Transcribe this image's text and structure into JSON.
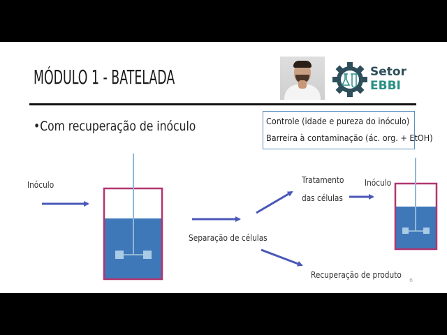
{
  "slide": {
    "title": "MÓDULO 1 - BATELADA",
    "bullet": "•Com recuperação de inóculo",
    "info_box": {
      "line1": "Controle (idade e pureza do inóculo)",
      "line2": "Barreira à contaminação (ác. org. + EtOH)"
    },
    "logo": {
      "text_top": "Setor",
      "text_bottom": "EBBI",
      "icon": "gear-flask-icon"
    },
    "presenter": {
      "icon": "presenter-webcam"
    },
    "diagram": {
      "inoculo_label_left": "Inóculo",
      "separacao_label": "Separação de células",
      "tratamento_label_1": "Tratamento",
      "tratamento_label_2": "das células",
      "inoculo_label_right": "Inóculo",
      "recuperacao_label": "Recuperação de produto"
    },
    "page_number": "6"
  },
  "colors": {
    "arrow": "#4a58b8",
    "tank_border": "#b03570",
    "liquid": "#3f78b8",
    "rod": "#8fb7d8",
    "title_rule": "#111111",
    "logo_dark": "#2d4e5a",
    "logo_teal": "#2a8f86"
  }
}
